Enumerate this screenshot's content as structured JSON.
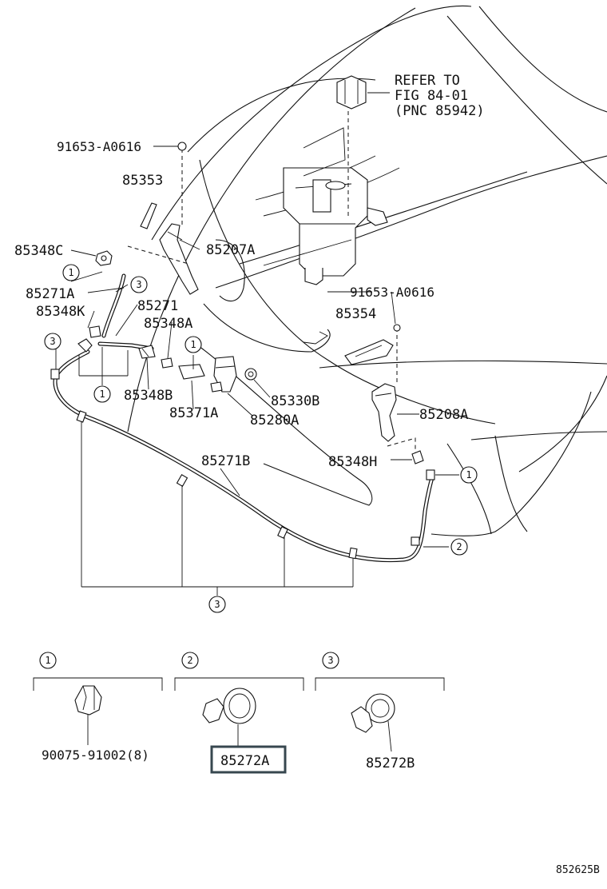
{
  "labels": {
    "refer_1": "REFER TO",
    "refer_2": "FIG 84-01",
    "refer_3": "(PNC 85942)",
    "p91653_top": "91653-A0616",
    "p85353": "85353",
    "p85348C": "85348C",
    "p85207A": "85207A",
    "p85271A": "85271A",
    "p85348K": "85348K",
    "p85271": "85271",
    "p85348A": "85348A",
    "p85348B": "85348B",
    "p85371A": "85371A",
    "p85280A": "85280A",
    "p85330B": "85330B",
    "p91653_mid": "91653-A0616",
    "p85354": "85354",
    "p85208A": "85208A",
    "p85348H": "85348H",
    "p85271B": "85271B",
    "p90075": "90075-91002(8)",
    "p85272A": "85272A",
    "p85272B": "85272B",
    "figure_code": "852625B"
  },
  "callouts": {
    "one": "1",
    "two": "2",
    "three": "3"
  },
  "colors": {
    "line": "#111111",
    "highlight_box": "#37474f",
    "background": "#ffffff"
  }
}
